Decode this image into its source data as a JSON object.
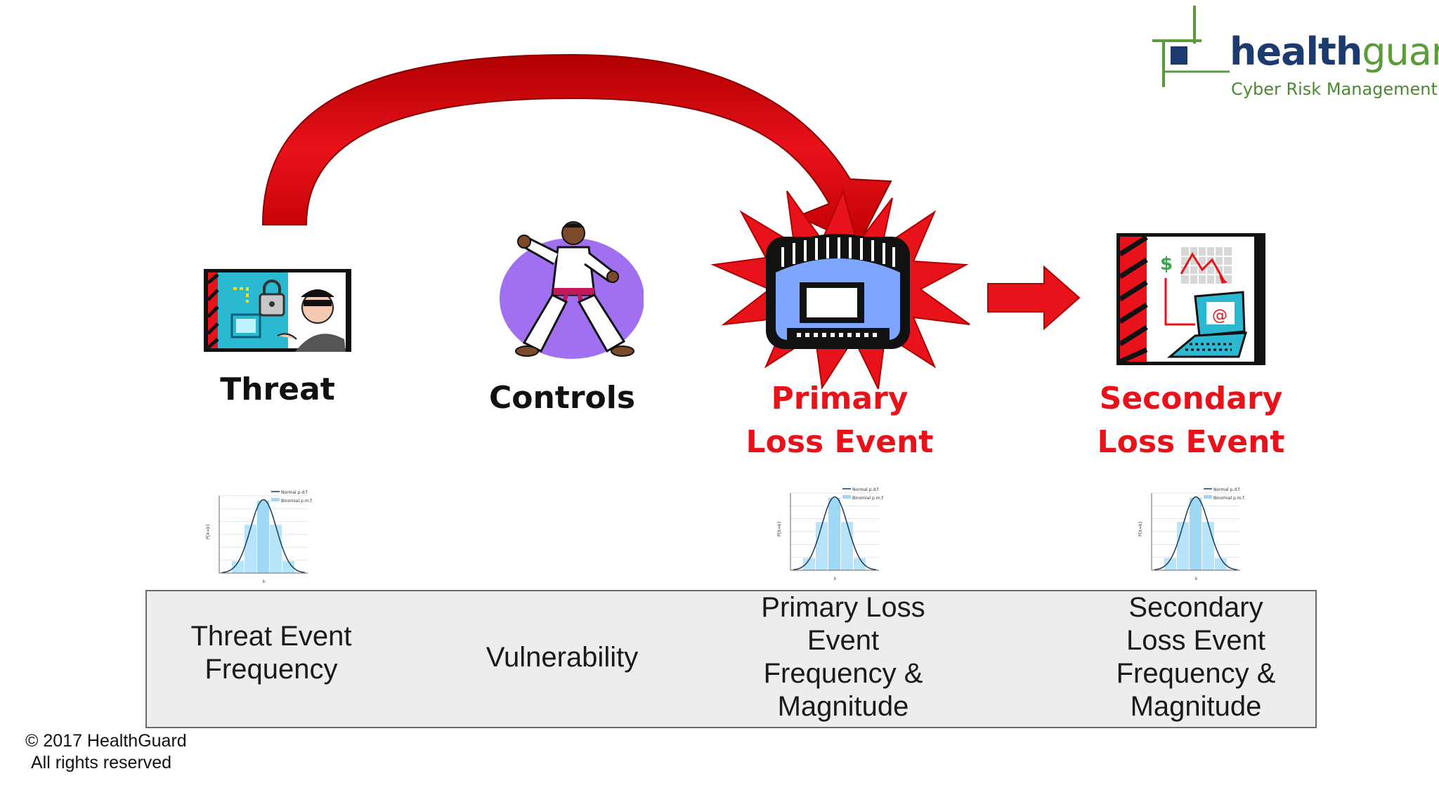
{
  "logo": {
    "brand_bold": "health",
    "brand_light": "guard",
    "tagline": "Cyber Risk Management"
  },
  "stages": {
    "threat": "Threat",
    "controls": "Controls",
    "primary_line1": "Primary",
    "primary_line2": "Loss Event",
    "secondary_line1": "Secondary",
    "secondary_line2": "Loss Event"
  },
  "distribution_legend": {
    "normal": "Normal p.d.f.",
    "binomial": "Binomial p.m.f.",
    "ylabel": "P[X=k]",
    "xlabel": "k"
  },
  "bottom_labels": {
    "threat": [
      "Threat Event",
      "Frequency"
    ],
    "vulnerability": [
      "Vulnerability"
    ],
    "primary": [
      "Primary Loss",
      "Event",
      "Frequency &",
      "Magnitude"
    ],
    "secondary": [
      "Secondary",
      "Loss Event",
      "Frequency &",
      "Magnitude"
    ]
  },
  "footer": {
    "line1": "© 2017 HealthGuard",
    "line2": "All rights reserved"
  },
  "colors": {
    "arrow_red": "#e8121b",
    "brand_blue": "#1d3a6e",
    "brand_green": "#5b9b3b",
    "controls_circle": "#a070f0",
    "screen_blue": "#7fa6ff"
  }
}
